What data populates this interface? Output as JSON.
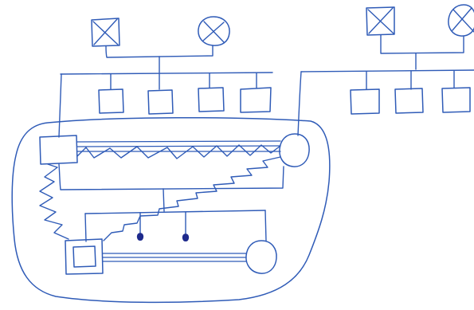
{
  "colors": {
    "ink": "#2f5bb7",
    "ink_fill": "#1e2a8c",
    "background": "#ffffff"
  },
  "diagram": {
    "kind": "genogram",
    "style": "hand-drawn",
    "symbols": {
      "deceased-male": "square-with-x",
      "deceased-female": "circle-with-x",
      "male": "square",
      "female": "circle",
      "child-dot": "filled-dot",
      "self-male": "double-square"
    },
    "relationship_lines": [
      "marriage",
      "sibship",
      "close-double-line",
      "conflict-zigzag",
      "household-boundary"
    ]
  }
}
